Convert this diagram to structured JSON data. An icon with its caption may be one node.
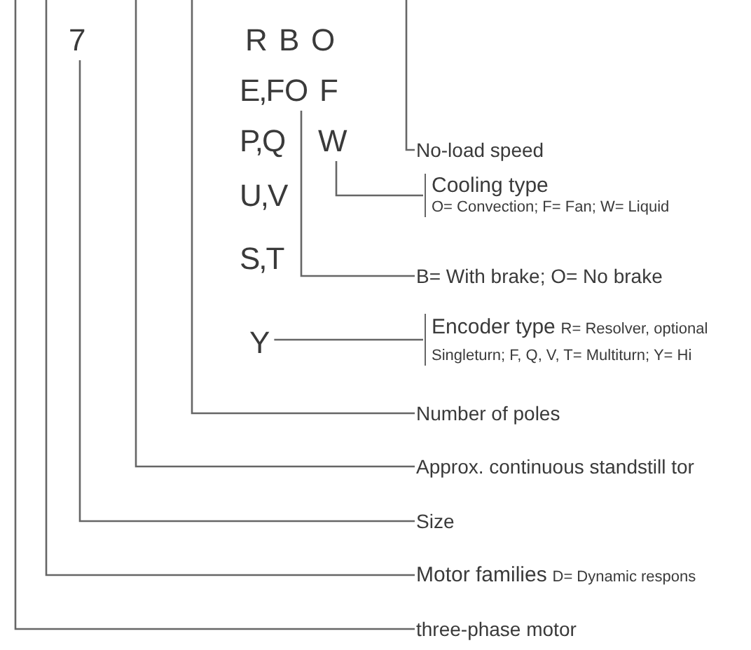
{
  "diagram": {
    "nodes": [
      {
        "text": [
          "7"
        ]
      },
      {
        "text": [
          "O"
        ]
      },
      {
        "text": [
          "W"
        ]
      },
      {
        "text": [
          "Y"
        ]
      },
      {
        "text": [
          "No-load speed"
        ]
      },
      {
        "text": [
          "Cooling type",
          "O= Convection; F= Fan; W= Liquid"
        ]
      },
      {
        "text": [
          "B= With brake; O= No brake"
        ]
      },
      {
        "text": [
          "Encoder type",
          "R= Resolver, optional Singleturn; F, Q, V, T= Multiturn; Y= Hi"
        ]
      },
      {
        "text": [
          "Number of poles"
        ]
      },
      {
        "text": [
          "Approx. continuous standstill tor"
        ]
      },
      {
        "text": [
          "Size"
        ]
      },
      {
        "text": [
          "Motor families",
          "D= Dynamic respons"
        ]
      },
      {
        "text": [
          "three-phase motor"
        ]
      }
    ],
    "edges": [
      {
        "from": null,
        "to": 4,
        "arrow": "none"
      },
      {
        "from": 2,
        "to": 5,
        "arrow": "none"
      },
      {
        "from": 1,
        "to": 6,
        "arrow": "none"
      },
      {
        "from": 3,
        "to": 7,
        "arrow": "none"
      },
      {
        "from": null,
        "to": 8,
        "arrow": "none"
      },
      {
        "from": null,
        "to": 9,
        "arrow": "none"
      },
      {
        "from": 0,
        "to": 10,
        "arrow": "none"
      },
      {
        "from": null,
        "to": 11,
        "arrow": "none"
      },
      {
        "from": null,
        "to": 12,
        "arrow": "none"
      }
    ],
    "labels": [
      "R",
      "B",
      "O",
      "E,F",
      "F",
      "P,Q",
      "U,V",
      "S,T"
    ]
  }
}
